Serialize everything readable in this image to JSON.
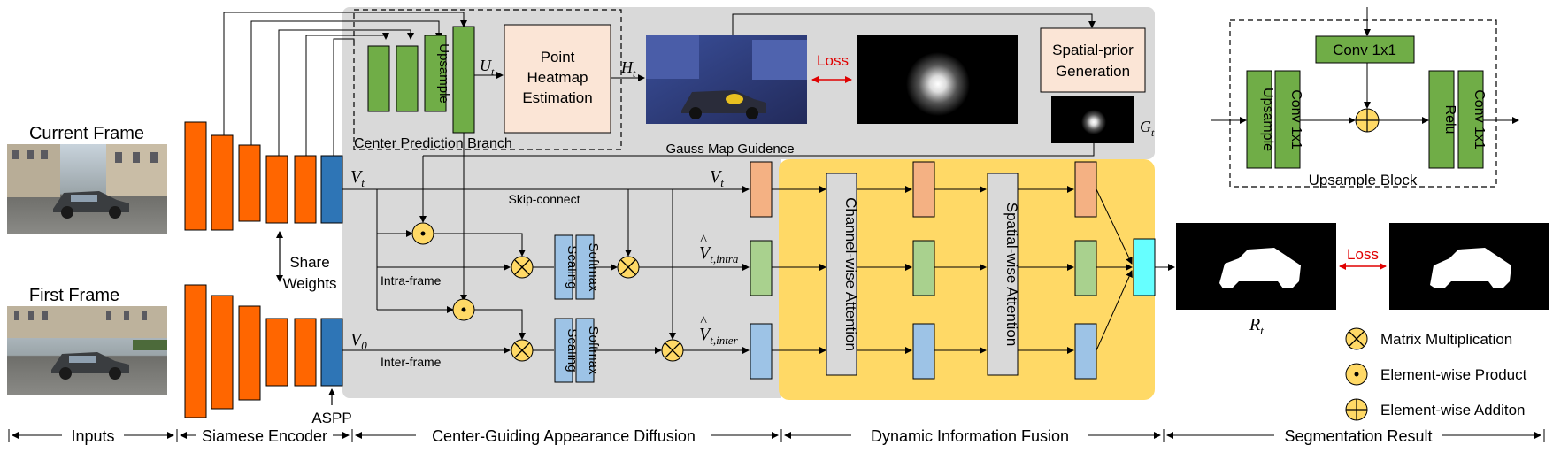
{
  "frames": {
    "current": "Current Frame",
    "first": "First Frame"
  },
  "encoder": {
    "share_weights_line1": "Share",
    "share_weights_line2": "Weights",
    "aspp": "ASPP",
    "v_t": "V",
    "v_t_sub": "t",
    "v_0": "V",
    "v_0_sub": "0"
  },
  "center_branch": {
    "title": "Center Prediction Branch",
    "upsample": "Upsample",
    "u_t": "U",
    "u_t_sub": "t",
    "heatmap_line1": "Point",
    "heatmap_line2": "Heatmap",
    "heatmap_line3": "Estimation",
    "h_t": "H",
    "h_t_sub": "t"
  },
  "gauss": {
    "loss": "Loss",
    "spatial_prior_line1": "Spatial-prior",
    "spatial_prior_line2": "Generation",
    "g_t": "G",
    "g_t_sub": "t",
    "caption": "Gauss Map Guidence"
  },
  "diffusion": {
    "skip_connect": "Skip-connect",
    "intra_frame": "Intra-frame",
    "inter_frame": "Inter-frame",
    "scaling": "Scaling",
    "softmax": "Softmax",
    "v_t": "V",
    "v_t_sub": "t",
    "v_intra": "V",
    "v_intra_sub": "t,intra",
    "v_inter": "V",
    "v_inter_sub": "t,inter"
  },
  "fusion": {
    "channel_attention": "Channel-wise Attention",
    "spatial_attention": "Spatial-wise Attention"
  },
  "upsample_block": {
    "conv_top": "Conv 1x1",
    "upsample": "Upsample",
    "conv_left": "Conv 1x1",
    "relu": "Relu",
    "conv_right": "Conv 1x1",
    "title": "Upsample Block"
  },
  "result": {
    "loss": "Loss",
    "r_t": "R",
    "r_t_sub": "t"
  },
  "legend": {
    "matrix_mult": "Matrix Multiplication",
    "elementwise_product": "Element-wise Product",
    "elementwise_addition": "Element-wise Additon"
  },
  "sections": {
    "inputs": "Inputs",
    "siamese_encoder": "Siamese Encoder",
    "cgad": "Center-Guiding Appearance Diffusion",
    "dif": "Dynamic Information Fusion",
    "segmentation": "Segmentation Result"
  },
  "colors": {
    "encoder_orange": "#ff6600",
    "aspp_blue": "#2e75b6",
    "green": "#70ad47",
    "peach": "#fbe5d6",
    "gray_panel": "#d9d9d9",
    "yellow_panel": "#ffd966",
    "orange_feat": "#f4b183",
    "green_feat": "#a9d18e",
    "blue_feat": "#9dc3e6",
    "cyan_out": "#66ffff",
    "op_yellow": "#ffd966",
    "loss_red": "#e00000"
  }
}
